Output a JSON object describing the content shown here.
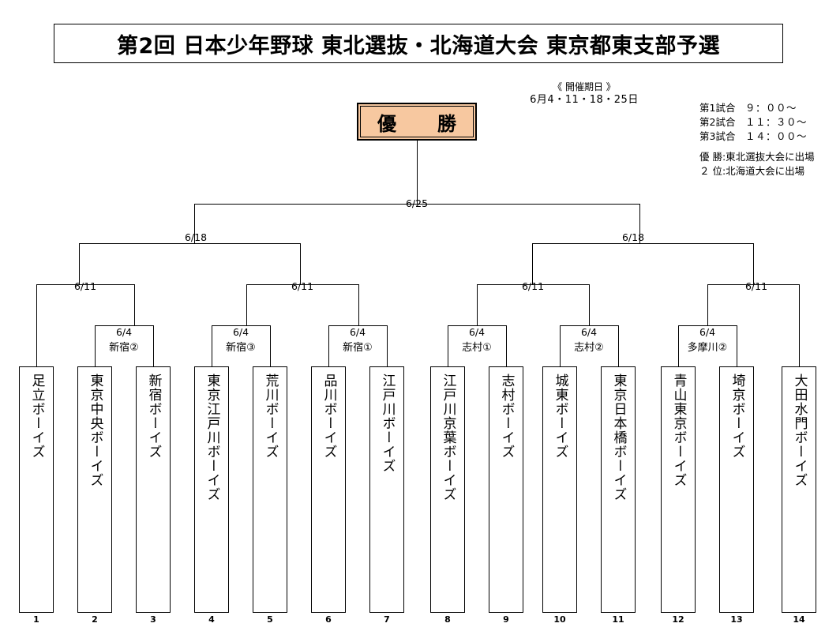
{
  "title": "第2回 日本少年野球 東北選抜・北海道大会 東京都東支部予選",
  "header": {
    "period_title": "《 開催期日 》",
    "period_dates": "6月4・11・18・25日",
    "games": [
      {
        "label": "第1試合",
        "time": "９：００～"
      },
      {
        "label": "第2試合",
        "time": "１１：３０～"
      },
      {
        "label": "第3試合",
        "time": "１４：００～"
      }
    ],
    "qualification": [
      "優 勝:東北選抜大会に出場",
      "２ 位:北海道大会に出場"
    ]
  },
  "champion": {
    "label": "優　勝",
    "fill_color": "#F7C8A0"
  },
  "bracket": {
    "final": {
      "date": "6/25"
    },
    "semifinals": [
      {
        "date": "6/18"
      },
      {
        "date": "6/18"
      }
    ],
    "quarterfinals": [
      {
        "date": "6/11"
      },
      {
        "date": "6/11"
      },
      {
        "date": "6/11"
      },
      {
        "date": "6/11"
      }
    ],
    "first_round": [
      {
        "date": "6/4",
        "venue": "新宿②"
      },
      {
        "date": "6/4",
        "venue": "新宿③"
      },
      {
        "date": "6/4",
        "venue": "新宿①"
      },
      {
        "date": "6/4",
        "venue": "志村①"
      },
      {
        "date": "6/4",
        "venue": "志村②"
      },
      {
        "date": "6/4",
        "venue": "多摩川②"
      }
    ]
  },
  "teams": [
    {
      "seed": "1",
      "name": "足立ボーイズ"
    },
    {
      "seed": "2",
      "name": "東京中央ボーイズ"
    },
    {
      "seed": "3",
      "name": "新宿ボーイズ"
    },
    {
      "seed": "4",
      "name": "東京江戸川ボーイズ"
    },
    {
      "seed": "5",
      "name": "荒川ボーイズ"
    },
    {
      "seed": "6",
      "name": "品川ボーイズ"
    },
    {
      "seed": "7",
      "name": "江戸川ボーイズ"
    },
    {
      "seed": "8",
      "name": "江戸川京葉ボーイズ"
    },
    {
      "seed": "9",
      "name": "志村ボーイズ"
    },
    {
      "seed": "10",
      "name": "城東ボーイズ"
    },
    {
      "seed": "11",
      "name": "東京日本橋ボーイズ"
    },
    {
      "seed": "12",
      "name": "青山東京ボーイズ"
    },
    {
      "seed": "13",
      "name": "埼京ボーイズ"
    },
    {
      "seed": "14",
      "name": "大田水門ボーイズ"
    }
  ]
}
